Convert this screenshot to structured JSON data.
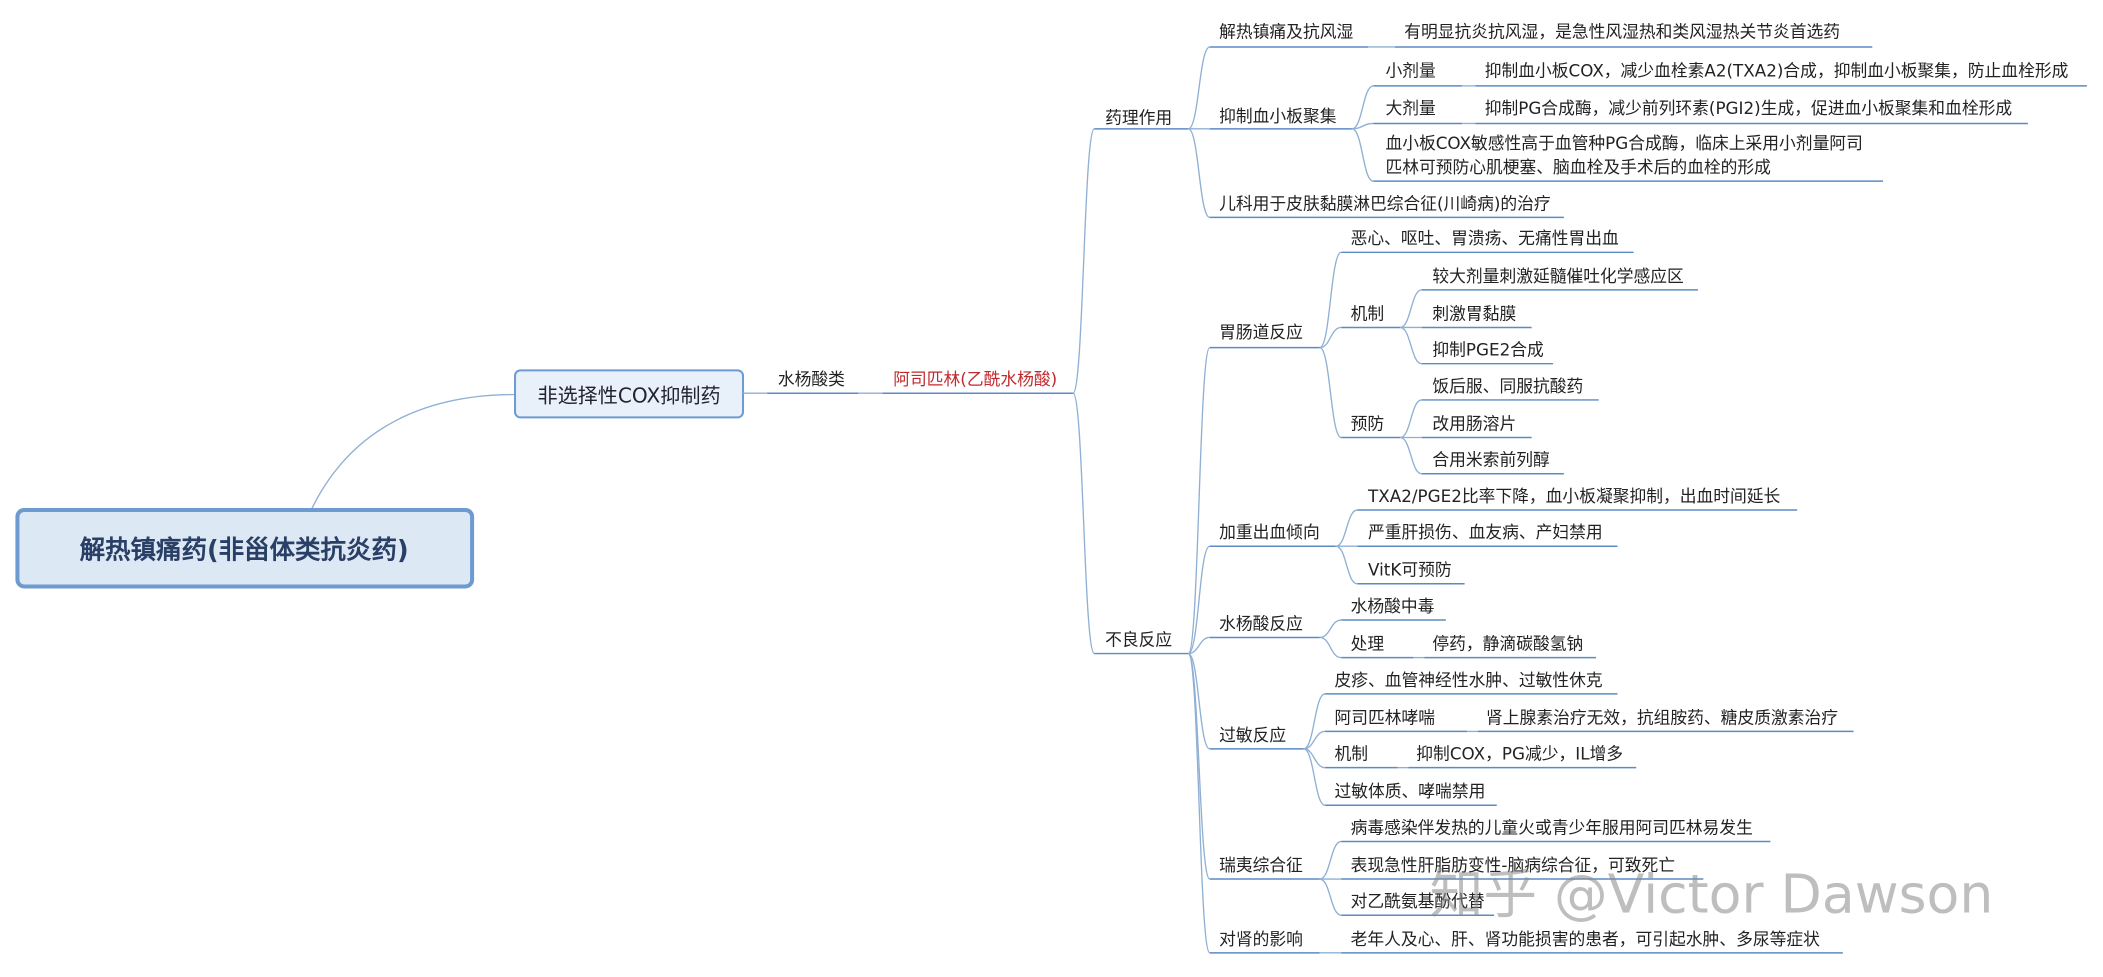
{
  "root": {
    "label": "解热镇痛药(非甾体类抗炎药)"
  },
  "l1": {
    "label": "非选择性COX抑制药"
  },
  "l2": {
    "label": "水杨酸类"
  },
  "l3": {
    "label": "阿司匹林(乙酰水杨酸)"
  },
  "pharm": {
    "label": "药理作用",
    "a": {
      "label": "解热镇痛及抗风湿",
      "detail": "有明显抗炎抗风湿，是急性风湿热和类风湿热关节炎首选药"
    },
    "b": {
      "label": "抑制血小板聚集",
      "low": {
        "label": "小剂量",
        "detail": "抑制血小板COX，减少血栓素A2(TXA2)合成，抑制血小板聚集，防止血栓形成"
      },
      "high": {
        "label": "大剂量",
        "detail": "抑制PG合成酶，减少前列环素(PGI2)生成，促进血小板聚集和血栓形成"
      },
      "note1": "血小板COX敏感性高于血管种PG合成酶，临床上采用小剂量阿司",
      "note2": "匹林可预防心肌梗塞、脑血栓及手术后的血栓的形成"
    },
    "c": {
      "label": "儿科用于皮肤黏膜淋巴综合征(川崎病)的治疗"
    }
  },
  "adverse": {
    "label": "不良反应",
    "gi": {
      "label": "胃肠道反应",
      "symptoms": "恶心、呕吐、胃溃疡、无痛性胃出血",
      "mech": {
        "label": "机制",
        "items": [
          "较大剂量刺激延髓催吐化学感应区",
          "刺激胃黏膜",
          "抑制PGE2合成"
        ]
      },
      "prev": {
        "label": "预防",
        "items": [
          "饭后服、同服抗酸药",
          "改用肠溶片",
          "合用米索前列醇"
        ]
      }
    },
    "bleed": {
      "label": "加重出血倾向",
      "items": [
        "TXA2/PGE2比率下降，血小板凝聚抑制，出血时间延长",
        "严重肝损伤、血友病、产妇禁用",
        "VitK可预防"
      ]
    },
    "sal": {
      "label": "水杨酸反应",
      "poison": "水杨酸中毒",
      "treat": {
        "label": "处理",
        "detail": "停药，静滴碳酸氢钠"
      }
    },
    "allergy": {
      "label": "过敏反应",
      "skin": "皮疹、血管神经性水肿、过敏性休克",
      "asthma": {
        "label": "阿司匹林哮喘",
        "detail": "肾上腺素治疗无效，抗组胺药、糖皮质激素治疗"
      },
      "mech": {
        "label": "机制",
        "detail": "抑制COX，PG减少，IL增多"
      },
      "contra": "过敏体质、哮喘禁用"
    },
    "reye": {
      "label": "瑞夷综合征",
      "items": [
        "病毒感染伴发热的儿童火或青少年服用阿司匹林易发生",
        "表现急性肝脂肪变性-脑病综合征，可致死亡",
        "对乙酰氨基酚代替"
      ]
    },
    "kidney": {
      "label": "对肾的影响",
      "detail": "老年人及心、肝、肾功能损害的患者，可引起水肿、多尿等症状"
    }
  },
  "watermark": "知乎 @Victor Dawson",
  "colors": {
    "link": "#5b8bc4",
    "branch": "#8fb0d4",
    "node_fill": "#e8f0f9",
    "node_border": "#6d9bd1",
    "root_fill": "#dde8f5",
    "accent_red": "#c0292d"
  }
}
